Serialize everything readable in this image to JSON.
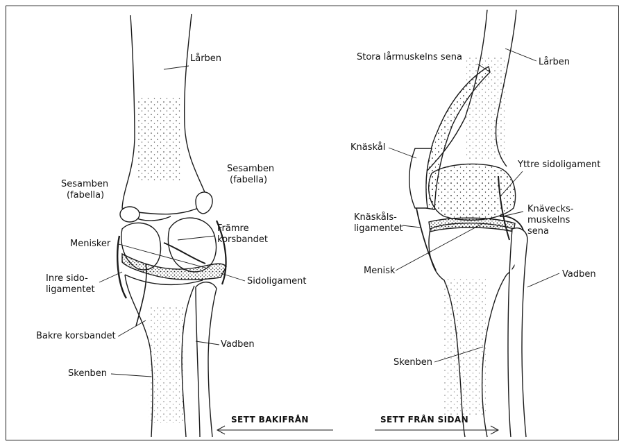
{
  "colors": {
    "ink": "#1a1a1a",
    "background": "#ffffff"
  },
  "back_view": {
    "caption": "SETT BAKIFRÅN",
    "labels": {
      "femur": "Lårben",
      "fabella_right_1": "Sesamben",
      "fabella_right_2": "(fabella)",
      "fabella_left_1": "Sesamben",
      "fabella_left_2": "(fabella)",
      "acl_1": "Främre",
      "acl_2": "korsbandet",
      "menisci": "Menisker",
      "mcl_1": "Inre sido-",
      "mcl_2": "ligamentet",
      "lcl": "Sidoligament",
      "pcl": "Bakre korsbandet",
      "fibula": "Vadben",
      "tibia": "Skenben"
    }
  },
  "side_view": {
    "caption": "SETT FRÅN SIDAN",
    "labels": {
      "quad_tendon": "Stora lårmuskelns sena",
      "femur": "Lårben",
      "patella": "Knäskål",
      "lcl": "Yttre sidoligament",
      "patellar_lig_1": "Knäskåls-",
      "patellar_lig_2": "ligamentet",
      "popliteus_1": "Knävecks-",
      "popliteus_2": "muskelns",
      "popliteus_3": "sena",
      "meniscus": "Menisk",
      "fibula": "Vadben",
      "tibia": "Skenben"
    }
  }
}
